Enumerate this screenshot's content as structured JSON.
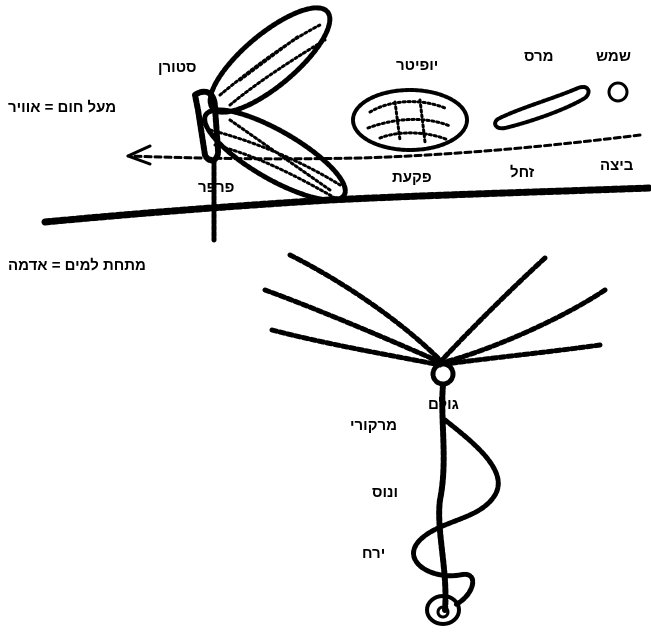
{
  "colors": {
    "ink": "#000000",
    "background": "#ffffff"
  },
  "labels": {
    "sun": "שמש",
    "mars": "מרס",
    "jupiter": "יופיטר",
    "saturn": "סטורן",
    "above_heat": "מעל חום = אוויר",
    "butterfly": "פרפר",
    "bubble": "פקעת",
    "crawl": "זחל",
    "egg": "ביצה",
    "below_water": "מתחת למים = אדמה",
    "pupa": "גולם",
    "mercury": "מרקורי",
    "venus": "ונוס",
    "moon": "ירח"
  }
}
